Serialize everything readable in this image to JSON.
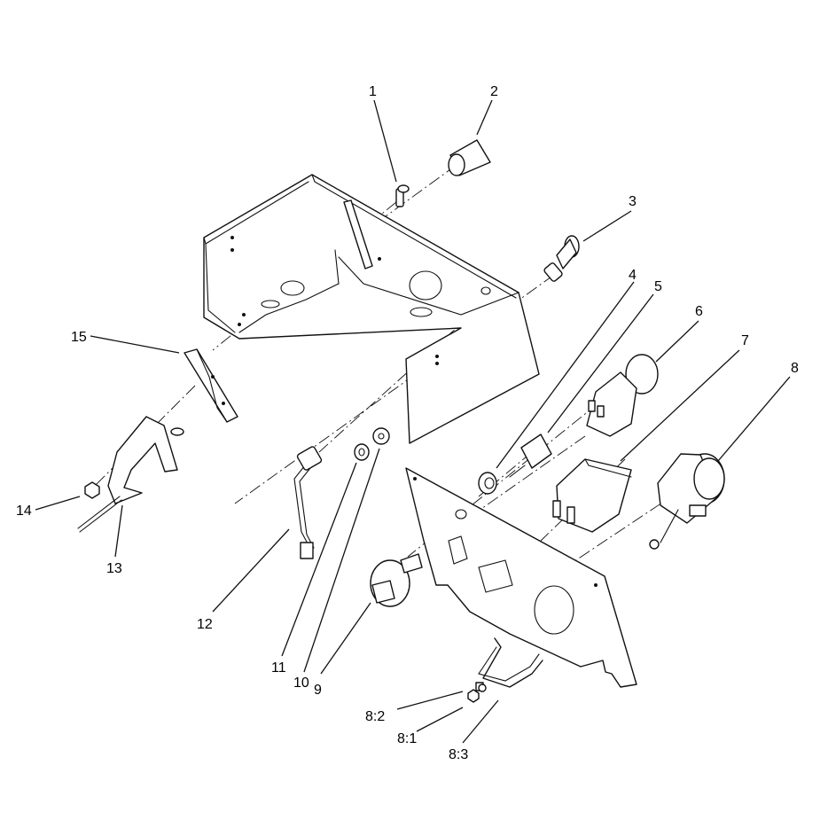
{
  "callouts": {
    "c1": "1",
    "c2": "2",
    "c3": "3",
    "c4": "4",
    "c5": "5",
    "c6": "6",
    "c7": "7",
    "c8": "8",
    "c9": "9",
    "c10": "10",
    "c11": "11",
    "c12": "12",
    "c13": "13",
    "c14": "14",
    "c15": "15",
    "c8_1": "8:1",
    "c8_2": "8:2",
    "c8_3": "8:3"
  },
  "colors": {
    "line": "#111111",
    "background": "#ffffff"
  }
}
